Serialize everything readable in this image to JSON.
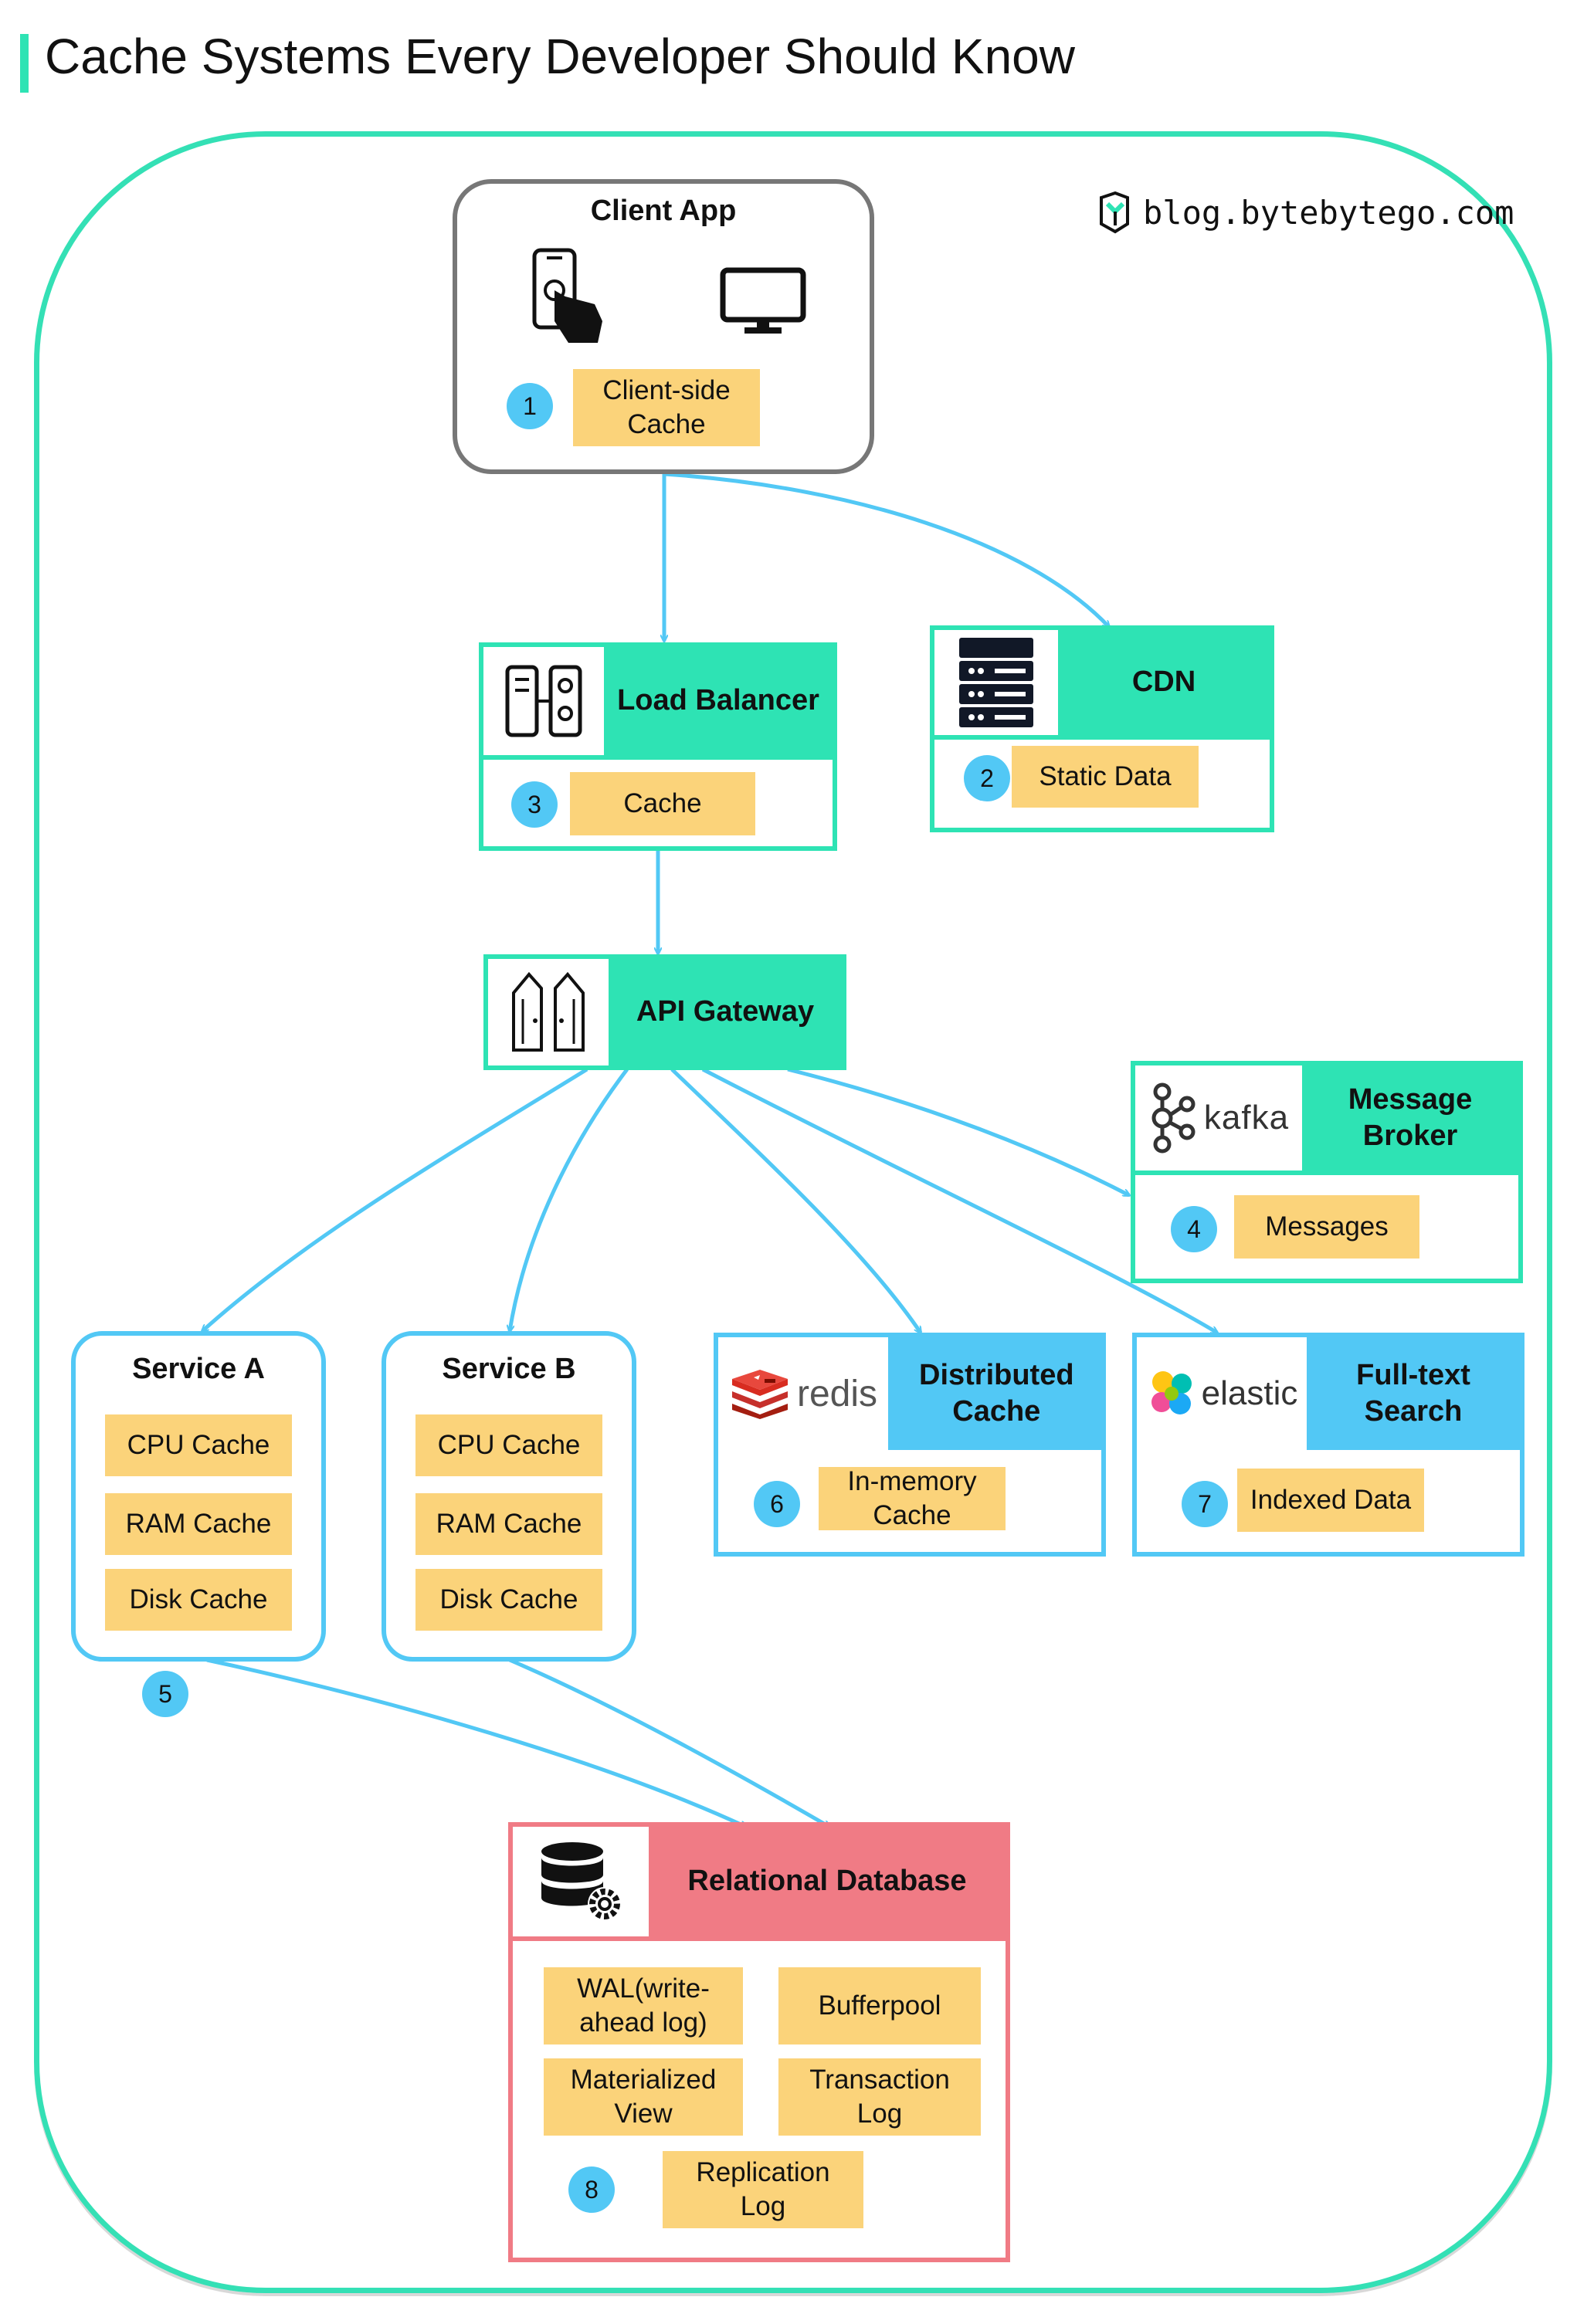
{
  "title": "Cache Systems Every Developer Should Know",
  "brand": {
    "site": "blog.bytebytego.com",
    "logo_icon": "bytebytego-logo-icon"
  },
  "colors": {
    "teal": "#2ee3b4",
    "blue": "#52c8f5",
    "tag": "#fbd37a",
    "db": "#f07b85",
    "frame": "#34e0b5"
  },
  "client_app": {
    "title": "Client App",
    "num": "1",
    "cache": "Client-side Cache",
    "icons": [
      "mobile-touch-icon",
      "desktop-monitor-icon"
    ]
  },
  "load_balancer": {
    "title": "Load Balancer",
    "num": "3",
    "cache": "Cache",
    "icon": "load-balancer-icon"
  },
  "cdn": {
    "title": "CDN",
    "num": "2",
    "cache": "Static Data",
    "icon": "server-rack-icon"
  },
  "api_gateway": {
    "title": "API Gateway",
    "icon": "gateway-doors-icon"
  },
  "message_broker": {
    "title": "Message Broker",
    "logo_text": "kafka",
    "num": "4",
    "cache": "Messages"
  },
  "service_a": {
    "title": "Service A",
    "items": [
      "CPU Cache",
      "RAM Cache",
      "Disk Cache"
    ],
    "num": "5"
  },
  "service_b": {
    "title": "Service B",
    "items": [
      "CPU Cache",
      "RAM Cache",
      "Disk Cache"
    ]
  },
  "distributed_cache": {
    "title": "Distributed Cache",
    "logo_text": "redis",
    "num": "6",
    "cache": "In-memory Cache"
  },
  "fulltext_search": {
    "title": "Full-text Search",
    "logo_text": "elastic",
    "num": "7",
    "cache": "Indexed Data"
  },
  "relational_db": {
    "title": "Relational Database",
    "num": "8",
    "items": [
      "WAL(write-ahead log)",
      "Bufferpool",
      "Materialized View",
      "Transaction Log",
      "Replication Log"
    ],
    "icon": "database-gear-icon"
  }
}
